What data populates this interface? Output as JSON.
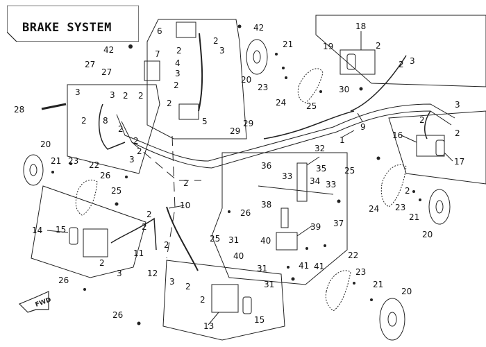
{
  "title": "BRAKE SYSTEM",
  "fwd_label": "FWD",
  "callouts": [
    {
      "id": "c1",
      "text": "6"
    },
    {
      "id": "c2",
      "text": "42"
    },
    {
      "id": "c3",
      "text": "2"
    },
    {
      "id": "c4",
      "text": "2"
    },
    {
      "id": "c5",
      "text": "3"
    },
    {
      "id": "c6",
      "text": "42"
    },
    {
      "id": "c7",
      "text": "7"
    },
    {
      "id": "c8",
      "text": "4"
    },
    {
      "id": "c9",
      "text": "27"
    },
    {
      "id": "c10",
      "text": "27"
    },
    {
      "id": "c11",
      "text": "3"
    },
    {
      "id": "c12",
      "text": "2"
    },
    {
      "id": "c13",
      "text": "3"
    },
    {
      "id": "c14",
      "text": "3"
    },
    {
      "id": "c15",
      "text": "2"
    },
    {
      "id": "c16",
      "text": "2"
    },
    {
      "id": "c17",
      "text": "2"
    },
    {
      "id": "c18",
      "text": "5"
    },
    {
      "id": "c19",
      "text": "28"
    },
    {
      "id": "c20",
      "text": "2"
    },
    {
      "id": "c21",
      "text": "8"
    },
    {
      "id": "c22",
      "text": "2"
    },
    {
      "id": "c23",
      "text": "2"
    },
    {
      "id": "c24",
      "text": "3"
    },
    {
      "id": "c25",
      "text": "2"
    },
    {
      "id": "c26",
      "text": "29"
    },
    {
      "id": "c27",
      "text": "29"
    },
    {
      "id": "c28",
      "text": "21"
    },
    {
      "id": "c29",
      "text": "20"
    },
    {
      "id": "c30",
      "text": "23"
    },
    {
      "id": "c31",
      "text": "24"
    },
    {
      "id": "c32",
      "text": "25"
    },
    {
      "id": "c33",
      "text": "18"
    },
    {
      "id": "c34",
      "text": "19"
    },
    {
      "id": "c35",
      "text": "2"
    },
    {
      "id": "c36",
      "text": "2"
    },
    {
      "id": "c37",
      "text": "3"
    },
    {
      "id": "c38",
      "text": "30"
    },
    {
      "id": "c39",
      "text": "9"
    },
    {
      "id": "c40",
      "text": "3"
    },
    {
      "id": "c41",
      "text": "2"
    },
    {
      "id": "c42",
      "text": "16"
    },
    {
      "id": "c43",
      "text": "2"
    },
    {
      "id": "c44",
      "text": "17"
    },
    {
      "id": "c45",
      "text": "1"
    },
    {
      "id": "c46",
      "text": "20"
    },
    {
      "id": "c47",
      "text": "21"
    },
    {
      "id": "c48",
      "text": "23"
    },
    {
      "id": "c49",
      "text": "22"
    },
    {
      "id": "c50",
      "text": "26"
    },
    {
      "id": "c51",
      "text": "25"
    },
    {
      "id": "c52",
      "text": "2"
    },
    {
      "id": "c53",
      "text": "32"
    },
    {
      "id": "c54",
      "text": "36"
    },
    {
      "id": "c55",
      "text": "35"
    },
    {
      "id": "c56",
      "text": "33"
    },
    {
      "id": "c57",
      "text": "34"
    },
    {
      "id": "c58",
      "text": "33"
    },
    {
      "id": "c59",
      "text": "25"
    },
    {
      "id": "c60",
      "text": "24"
    },
    {
      "id": "c61",
      "text": "23"
    },
    {
      "id": "c62",
      "text": "2"
    },
    {
      "id": "c63",
      "text": "21"
    },
    {
      "id": "c64",
      "text": "20"
    },
    {
      "id": "c65",
      "text": "10"
    },
    {
      "id": "c66",
      "text": "2"
    },
    {
      "id": "c67",
      "text": "26"
    },
    {
      "id": "c68",
      "text": "14"
    },
    {
      "id": "c69",
      "text": "15"
    },
    {
      "id": "c70",
      "text": "2"
    },
    {
      "id": "c71",
      "text": "11"
    },
    {
      "id": "c72",
      "text": "2"
    },
    {
      "id": "c73",
      "text": "38"
    },
    {
      "id": "c74",
      "text": "37"
    },
    {
      "id": "c75",
      "text": "39"
    },
    {
      "id": "c76",
      "text": "31"
    },
    {
      "id": "c77",
      "text": "40"
    },
    {
      "id": "c78",
      "text": "25"
    },
    {
      "id": "c79",
      "text": "2"
    },
    {
      "id": "c80",
      "text": "3"
    },
    {
      "id": "c81",
      "text": "12"
    },
    {
      "id": "c82",
      "text": "40"
    },
    {
      "id": "c83",
      "text": "41"
    },
    {
      "id": "c84",
      "text": "41"
    },
    {
      "id": "c85",
      "text": "31"
    },
    {
      "id": "c86",
      "text": "31"
    },
    {
      "id": "c87",
      "text": "22"
    },
    {
      "id": "c88",
      "text": "23"
    },
    {
      "id": "c89",
      "text": "21"
    },
    {
      "id": "c90",
      "text": "20"
    },
    {
      "id": "c91",
      "text": "26"
    },
    {
      "id": "c92",
      "text": "3"
    },
    {
      "id": "c93",
      "text": "2"
    },
    {
      "id": "c94",
      "text": "2"
    },
    {
      "id": "c95",
      "text": "15"
    },
    {
      "id": "c96",
      "text": "26"
    },
    {
      "id": "c97",
      "text": "13"
    }
  ]
}
